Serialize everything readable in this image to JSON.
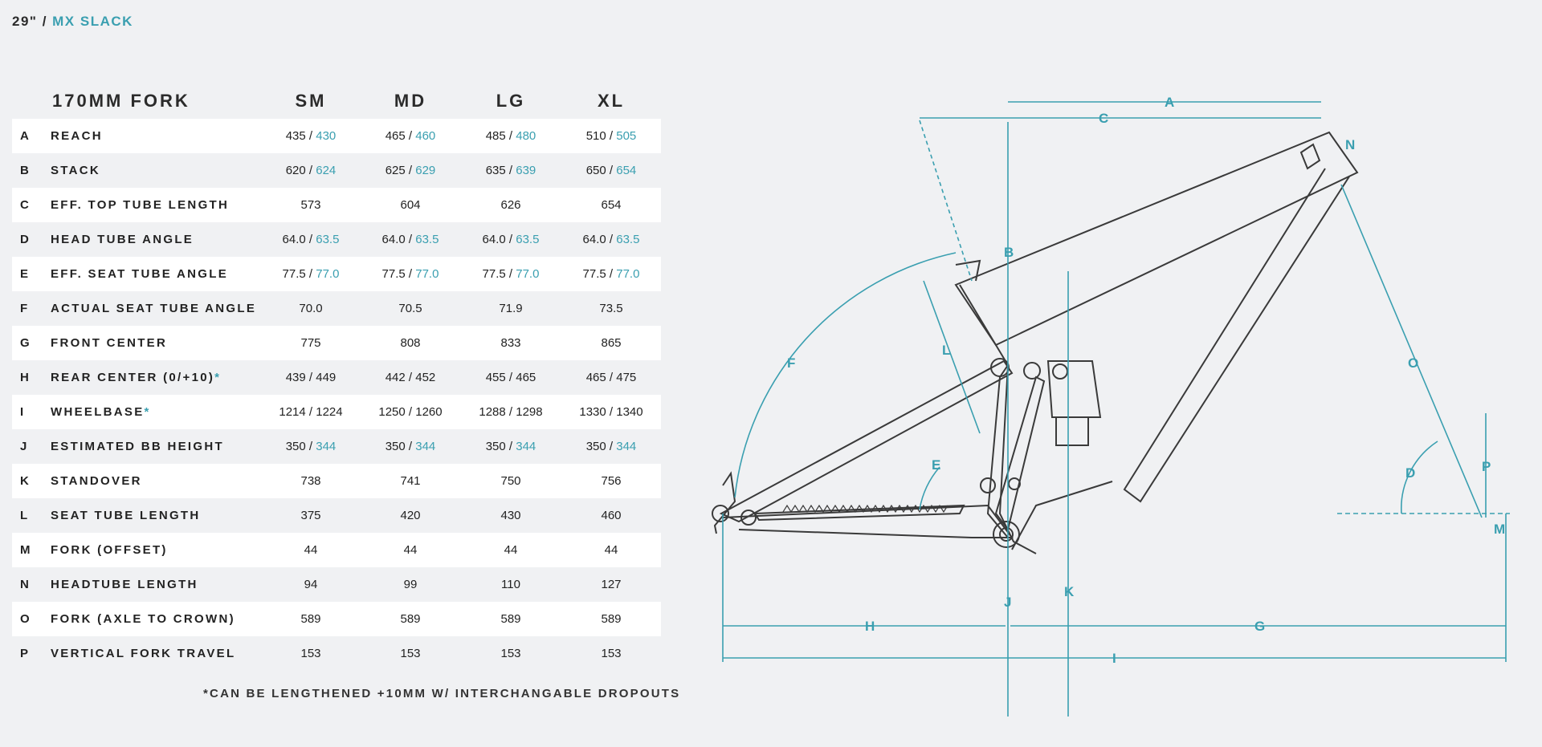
{
  "header": {
    "wheel": "29\" / ",
    "model": "MX SLACK"
  },
  "table": {
    "header_label": "170MM FORK",
    "sizes": [
      "SM",
      "MD",
      "LG",
      "XL"
    ],
    "rows": [
      {
        "letter": "A",
        "label": "REACH",
        "values": [
          [
            "435 / ",
            "430"
          ],
          [
            "465 / ",
            "460"
          ],
          [
            "485 / ",
            "480"
          ],
          [
            "510 / ",
            "505"
          ]
        ]
      },
      {
        "letter": "B",
        "label": "STACK",
        "values": [
          [
            "620 / ",
            "624"
          ],
          [
            "625 / ",
            "629"
          ],
          [
            "635 / ",
            "639"
          ],
          [
            "650 / ",
            "654"
          ]
        ]
      },
      {
        "letter": "C",
        "label": "EFF. TOP TUBE LENGTH",
        "values": [
          [
            "573",
            ""
          ],
          [
            "604",
            ""
          ],
          [
            "626",
            ""
          ],
          [
            "654",
            ""
          ]
        ]
      },
      {
        "letter": "D",
        "label": "HEAD TUBE ANGLE",
        "values": [
          [
            "64.0 / ",
            "63.5"
          ],
          [
            "64.0 / ",
            "63.5"
          ],
          [
            "64.0 / ",
            "63.5"
          ],
          [
            "64.0 / ",
            "63.5"
          ]
        ]
      },
      {
        "letter": "E",
        "label": "EFF. SEAT TUBE ANGLE",
        "values": [
          [
            "77.5 / ",
            "77.0"
          ],
          [
            "77.5 / ",
            "77.0"
          ],
          [
            "77.5 / ",
            "77.0"
          ],
          [
            "77.5 / ",
            "77.0"
          ]
        ]
      },
      {
        "letter": "F",
        "label": "ACTUAL SEAT TUBE ANGLE",
        "values": [
          [
            "70.0",
            ""
          ],
          [
            "70.5",
            ""
          ],
          [
            "71.9",
            ""
          ],
          [
            "73.5",
            ""
          ]
        ]
      },
      {
        "letter": "G",
        "label": "FRONT CENTER",
        "values": [
          [
            "775",
            ""
          ],
          [
            "808",
            ""
          ],
          [
            "833",
            ""
          ],
          [
            "865",
            ""
          ]
        ]
      },
      {
        "letter": "H",
        "label": "REAR CENTER (0/+10)",
        "star": "*",
        "values": [
          [
            "439 / 449",
            ""
          ],
          [
            "442 / 452",
            ""
          ],
          [
            "455 / 465",
            ""
          ],
          [
            "465 / 475",
            ""
          ]
        ]
      },
      {
        "letter": "I",
        "label": "WHEELBASE",
        "star": "*",
        "values": [
          [
            "1214 / 1224",
            ""
          ],
          [
            "1250 / 1260",
            ""
          ],
          [
            "1288 / 1298",
            ""
          ],
          [
            "1330 / 1340",
            ""
          ]
        ]
      },
      {
        "letter": "J",
        "label": "ESTIMATED BB HEIGHT",
        "values": [
          [
            "350 / ",
            "344"
          ],
          [
            "350 / ",
            "344"
          ],
          [
            "350 / ",
            "344"
          ],
          [
            "350 / ",
            "344"
          ]
        ]
      },
      {
        "letter": "K",
        "label": "STANDOVER",
        "values": [
          [
            "738",
            ""
          ],
          [
            "741",
            ""
          ],
          [
            "750",
            ""
          ],
          [
            "756",
            ""
          ]
        ]
      },
      {
        "letter": "L",
        "label": "SEAT TUBE LENGTH",
        "values": [
          [
            "375",
            ""
          ],
          [
            "420",
            ""
          ],
          [
            "430",
            ""
          ],
          [
            "460",
            ""
          ]
        ]
      },
      {
        "letter": "M",
        "label": "FORK (OFFSET)",
        "values": [
          [
            "44",
            ""
          ],
          [
            "44",
            ""
          ],
          [
            "44",
            ""
          ],
          [
            "44",
            ""
          ]
        ]
      },
      {
        "letter": "N",
        "label": "HEADTUBE LENGTH",
        "values": [
          [
            "94",
            ""
          ],
          [
            "99",
            ""
          ],
          [
            "110",
            ""
          ],
          [
            "127",
            ""
          ]
        ]
      },
      {
        "letter": "O",
        "label": "FORK (AXLE TO CROWN)",
        "values": [
          [
            "589",
            ""
          ],
          [
            "589",
            ""
          ],
          [
            "589",
            ""
          ],
          [
            "589",
            ""
          ]
        ]
      },
      {
        "letter": "P",
        "label": "VERTICAL FORK TRAVEL",
        "values": [
          [
            "153",
            ""
          ],
          [
            "153",
            ""
          ],
          [
            "153",
            ""
          ],
          [
            "153",
            ""
          ]
        ]
      }
    ]
  },
  "footnote": "*CAN BE LENGTHENED +10MM W/ INTERCHANGABLE DROPOUTS",
  "diagram": {
    "labels": [
      "A",
      "B",
      "C",
      "D",
      "E",
      "F",
      "G",
      "H",
      "I",
      "J",
      "K",
      "L",
      "M",
      "N",
      "O",
      "P"
    ],
    "colors": {
      "accent": "#3a9fb0",
      "frame": "#3a3a3a",
      "background": "#f0f1f3"
    }
  }
}
